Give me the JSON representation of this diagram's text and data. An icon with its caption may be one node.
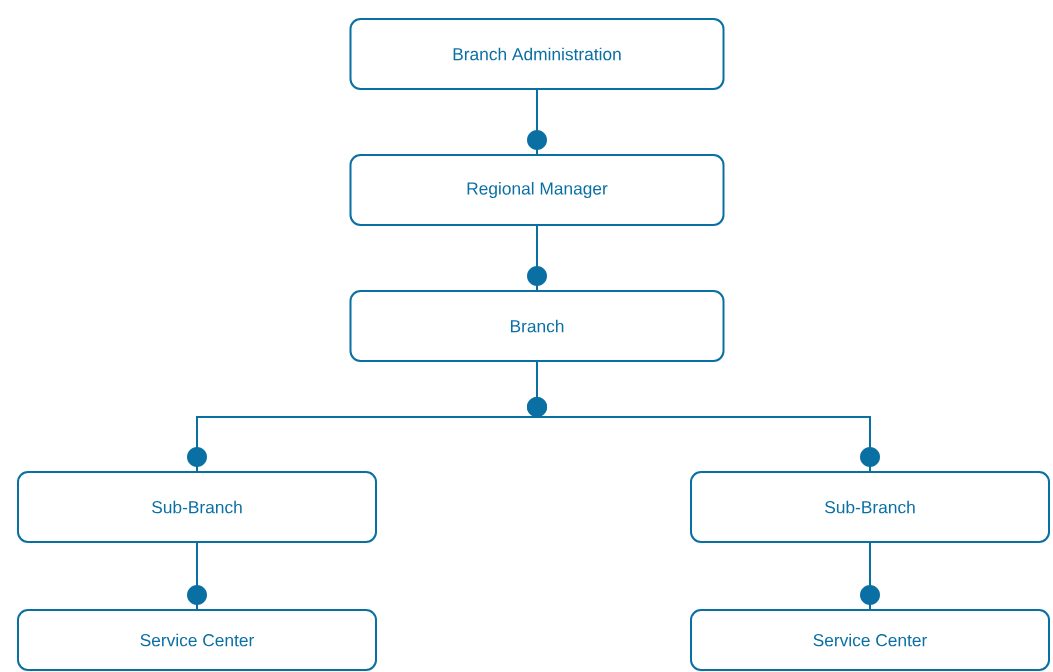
{
  "diagram": {
    "nodes": [
      {
        "text": [
          "Branch Administration"
        ]
      },
      {
        "text": [
          "Regional Manager"
        ]
      },
      {
        "text": [
          "Branch"
        ]
      },
      {
        "text": [
          "Sub-Branch"
        ]
      },
      {
        "text": [
          "Sub-Branch"
        ]
      },
      {
        "text": [
          "Service Center"
        ]
      },
      {
        "text": [
          "Service Center"
        ]
      }
    ],
    "edges": [
      {
        "from": 0,
        "to": 1,
        "arrow": "other"
      },
      {
        "from": 1,
        "to": 2,
        "arrow": "other"
      },
      {
        "from": 2,
        "to": 3,
        "arrow": "other"
      },
      {
        "from": 2,
        "to": 4,
        "arrow": "other"
      },
      {
        "from": 3,
        "to": 5,
        "arrow": "other"
      },
      {
        "from": 4,
        "to": 6,
        "arrow": "other"
      }
    ]
  }
}
